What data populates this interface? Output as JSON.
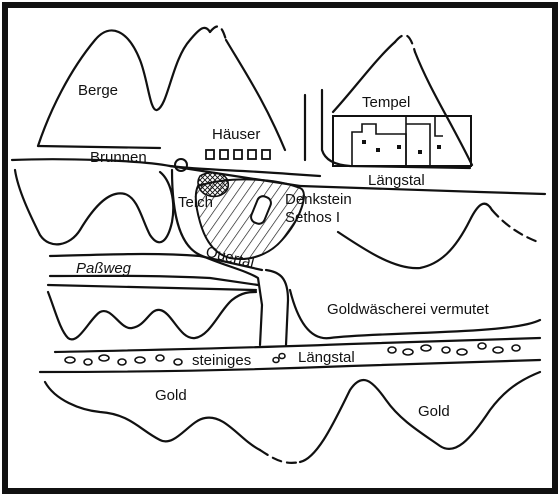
{
  "map": {
    "labels": {
      "berge": "Berge",
      "haeuser": "Häuser",
      "tempel": "Tempel",
      "brunnen": "Brunnen",
      "laengstal_top": "Längstal",
      "teich": "Teich",
      "denkstein_1": "Denkstein",
      "denkstein_2": "Sethos I",
      "passweg": "Paßweg",
      "quertal": "Quertal",
      "goldwaescherei": "Goldwäscherei vermutet",
      "steiniges": "steiniges",
      "laengstal_bottom": "Längstal",
      "gold_left": "Gold",
      "gold_right": "Gold"
    },
    "colors": {
      "ink": "#111111",
      "paper": "#ffffff",
      "frame": "#111111"
    }
  }
}
